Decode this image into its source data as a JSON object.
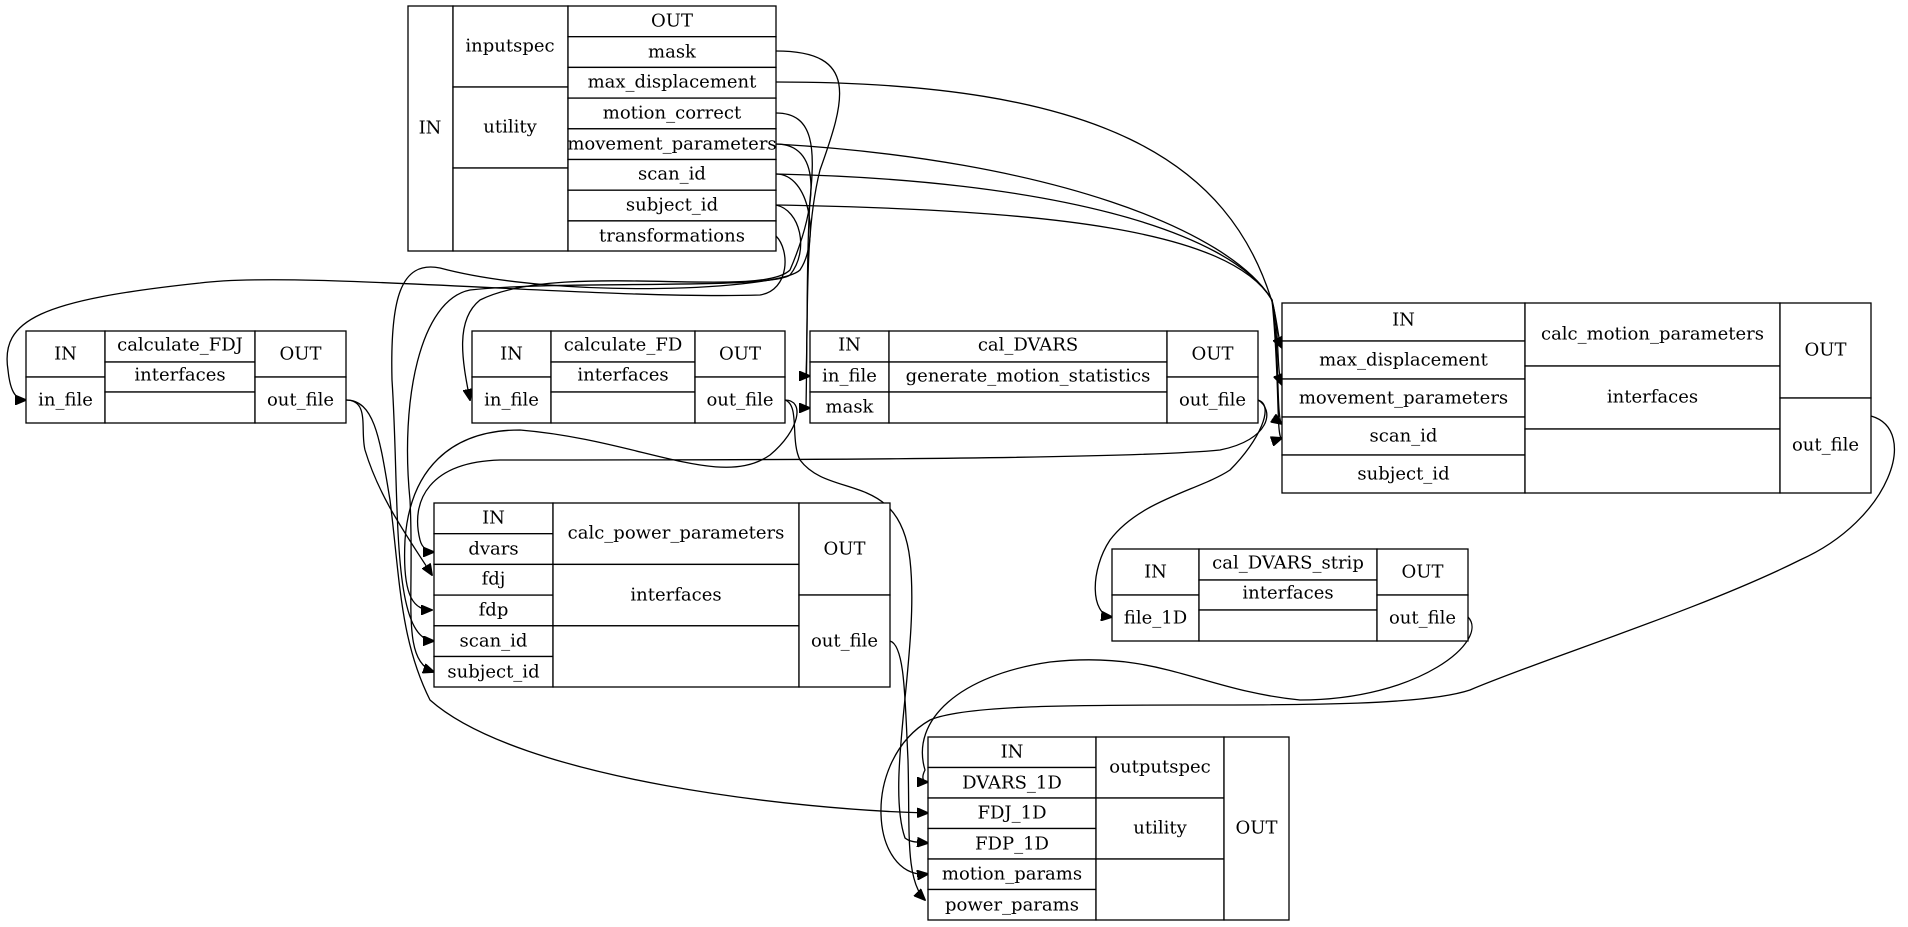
{
  "nodes": {
    "inputspec": {
      "in_label": "IN",
      "name": "inputspec",
      "type": "utility",
      "out_label": "OUT",
      "outputs": [
        "mask",
        "max_displacement",
        "motion_correct",
        "movement_parameters",
        "scan_id",
        "subject_id",
        "transformations"
      ]
    },
    "calculate_FDJ": {
      "in_label": "IN",
      "name": "calculate_FDJ",
      "type": "interfaces",
      "out_label": "OUT",
      "inputs": [
        "in_file"
      ],
      "outputs": [
        "out_file"
      ]
    },
    "calculate_FD": {
      "in_label": "IN",
      "name": "calculate_FD",
      "type": "interfaces",
      "out_label": "OUT",
      "inputs": [
        "in_file"
      ],
      "outputs": [
        "out_file"
      ]
    },
    "cal_DVARS": {
      "in_label": "IN",
      "name": "cal_DVARS",
      "type": "generate_motion_statistics",
      "out_label": "OUT",
      "inputs": [
        "in_file",
        "mask"
      ],
      "outputs": [
        "out_file"
      ]
    },
    "calc_motion_parameters": {
      "in_label": "IN",
      "name": "calc_motion_parameters",
      "type": "interfaces",
      "out_label": "OUT",
      "inputs": [
        "max_displacement",
        "movement_parameters",
        "scan_id",
        "subject_id"
      ],
      "outputs": [
        "out_file"
      ]
    },
    "calc_power_parameters": {
      "in_label": "IN",
      "name": "calc_power_parameters",
      "type": "interfaces",
      "out_label": "OUT",
      "inputs": [
        "dvars",
        "fdj",
        "fdp",
        "scan_id",
        "subject_id"
      ],
      "outputs": [
        "out_file"
      ]
    },
    "cal_DVARS_strip": {
      "in_label": "IN",
      "name": "cal_DVARS_strip",
      "type": "interfaces",
      "out_label": "OUT",
      "inputs": [
        "file_1D"
      ],
      "outputs": [
        "out_file"
      ]
    },
    "outputspec": {
      "in_label": "IN",
      "name": "outputspec",
      "type": "utility",
      "out_label": "OUT",
      "inputs": [
        "DVARS_1D",
        "FDJ_1D",
        "FDP_1D",
        "motion_params",
        "power_params"
      ]
    }
  },
  "edges": [
    {
      "from": "inputspec.mask",
      "to": "cal_DVARS.mask"
    },
    {
      "from": "inputspec.max_displacement",
      "to": "calc_motion_parameters.max_displacement"
    },
    {
      "from": "inputspec.motion_correct",
      "to": "cal_DVARS.in_file"
    },
    {
      "from": "inputspec.movement_parameters",
      "to": "calc_motion_parameters.movement_parameters"
    },
    {
      "from": "inputspec.movement_parameters",
      "to": "calculate_FD.in_file"
    },
    {
      "from": "inputspec.scan_id",
      "to": "calc_motion_parameters.scan_id"
    },
    {
      "from": "inputspec.scan_id",
      "to": "calc_power_parameters.scan_id"
    },
    {
      "from": "inputspec.subject_id",
      "to": "calc_motion_parameters.subject_id"
    },
    {
      "from": "inputspec.subject_id",
      "to": "calc_power_parameters.subject_id"
    },
    {
      "from": "inputspec.transformations",
      "to": "calculate_FDJ.in_file"
    },
    {
      "from": "calculate_FDJ.out_file",
      "to": "calc_power_parameters.fdj"
    },
    {
      "from": "calculate_FDJ.out_file",
      "to": "outputspec.FDJ_1D"
    },
    {
      "from": "calculate_FD.out_file",
      "to": "calc_power_parameters.fdp"
    },
    {
      "from": "calculate_FD.out_file",
      "to": "outputspec.FDP_1D"
    },
    {
      "from": "cal_DVARS.out_file",
      "to": "calc_power_parameters.dvars"
    },
    {
      "from": "cal_DVARS.out_file",
      "to": "cal_DVARS_strip.file_1D"
    },
    {
      "from": "calc_motion_parameters.out_file",
      "to": "outputspec.motion_params"
    },
    {
      "from": "calc_power_parameters.out_file",
      "to": "outputspec.power_params"
    },
    {
      "from": "cal_DVARS_strip.out_file",
      "to": "outputspec.DVARS_1D"
    }
  ]
}
